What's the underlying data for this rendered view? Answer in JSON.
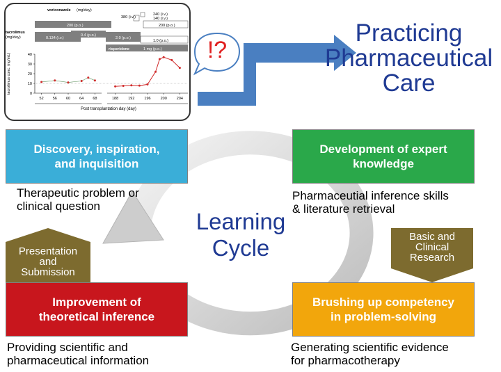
{
  "title": "Practicing\nPharmaceutical\nCare",
  "exclaim": "!?",
  "center_label": "Learning\nCycle",
  "boxes": {
    "discovery": "Discovery, inspiration,\nand inquisition",
    "development": "Development of expert\nknowledge",
    "improvement": "Improvement of\ntheoretical inference",
    "brushing": "Brushing up competency\nin problem-solving"
  },
  "captions": {
    "discovery": "Therapeutic problem or\nclinical question",
    "development": "Pharmaceutial inference skills\n& literature retrieval",
    "improvement": "Providing scientific and\n  pharmaceutical information",
    "brushing": "Generating scientific evidence\n  for pharmacotherapy"
  },
  "badges": {
    "presentation": "Presentation\nand\nSubmission",
    "research": "Basic and\nClinical\nResearch"
  },
  "colors": {
    "discovery": "#3aaed8",
    "development": "#2aa84a",
    "improvement": "#c8161d",
    "brushing": "#f2a60c",
    "badge": "#7d6b2f",
    "title": "#1f3a93",
    "arrow": "#4a7fc1",
    "exclaim": "#e02020"
  },
  "inset": {
    "drugs": {
      "voriconazole": "voriconazole",
      "voriconazole_unit": "(mg/day)",
      "tacrolimus": "tacrolimus",
      "tacrolimus_unit": "(mg/day)",
      "risperidone": "risperidone"
    },
    "doses": {
      "vori_200": "200 (p.o.)",
      "vori_380": "380 (i.v.)",
      "vori_240": "240 (i.v.)",
      "vori_140": "140 (i.v.)",
      "vori_200b": "200 (p.o.)",
      "tac_0134": "0.134 (i.v.)",
      "tac_04": "0.4 (p.o.)",
      "tac_20": "2.0 (p.o.)",
      "tac_10": "1.0 (p.o.)",
      "risp_1": "1 mg (p.o.)"
    },
    "chart_data": {
      "type": "scatter",
      "ylabel": "tacrolimus conc. (ng/mL)",
      "xlabel": "Post transplantation day (day)",
      "ylim": [
        0,
        40
      ],
      "y_ticks": [
        "0",
        "10",
        "20",
        "30",
        "40"
      ],
      "x_ticks": [
        "52",
        "56",
        "60",
        "64",
        "68",
        "188",
        "192",
        "196",
        "200",
        "204"
      ],
      "series": [
        {
          "points": [
            [
              52,
              11.5
            ],
            [
              56,
              13
            ],
            [
              60,
              11
            ],
            [
              64,
              12.5
            ],
            [
              66,
              16
            ],
            [
              68,
              13
            ]
          ]
        },
        {
          "points": [
            [
              188,
              7
            ],
            [
              190,
              7.5
            ],
            [
              192,
              8
            ],
            [
              194,
              7.8
            ],
            [
              196,
              9
            ],
            [
              198,
              22
            ],
            [
              199,
              35
            ],
            [
              200,
              37
            ],
            [
              202,
              34
            ],
            [
              204,
              26
            ]
          ]
        }
      ]
    }
  }
}
